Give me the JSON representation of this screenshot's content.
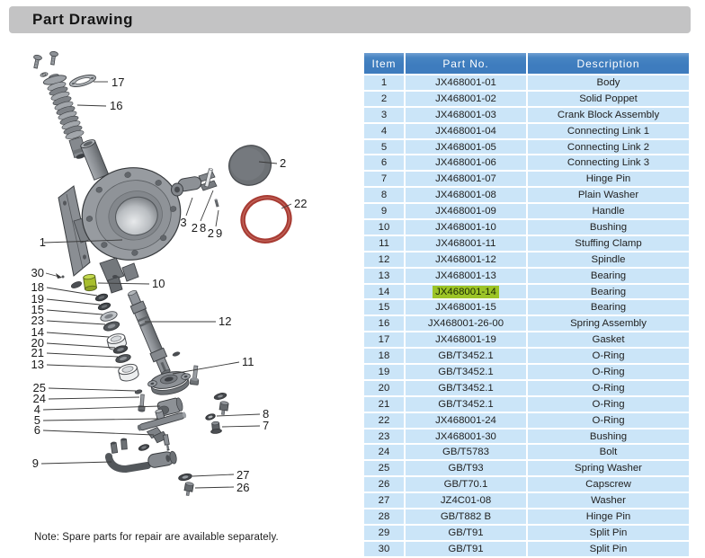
{
  "page": {
    "title": "Part Drawing",
    "note": "Note: Spare parts for repair are available separately."
  },
  "colors": {
    "title_bar_bg": "#c3c3c4",
    "table_header_bg": "#3e7cbe",
    "table_row_bg": "#cbe5f8",
    "highlight_green": "#9cc427",
    "o_ring_red": "#a83c34",
    "highlight_part_green": "#a8bf2d"
  },
  "table": {
    "headers": [
      "Item",
      "Part No.",
      "Description"
    ],
    "rows": [
      {
        "item": "1",
        "part_no": "JX468001-01",
        "description": "Body",
        "highlight": false
      },
      {
        "item": "2",
        "part_no": "JX468001-02",
        "description": "Solid Poppet",
        "highlight": false
      },
      {
        "item": "3",
        "part_no": "JX468001-03",
        "description": "Crank Block Assembly",
        "highlight": false
      },
      {
        "item": "4",
        "part_no": "JX468001-04",
        "description": "Connecting Link 1",
        "highlight": false
      },
      {
        "item": "5",
        "part_no": "JX468001-05",
        "description": "Connecting Link 2",
        "highlight": false
      },
      {
        "item": "6",
        "part_no": "JX468001-06",
        "description": "Connecting Link 3",
        "highlight": false
      },
      {
        "item": "7",
        "part_no": "JX468001-07",
        "description": "Hinge Pin",
        "highlight": false
      },
      {
        "item": "8",
        "part_no": "JX468001-08",
        "description": "Plain Washer",
        "highlight": false
      },
      {
        "item": "9",
        "part_no": "JX468001-09",
        "description": "Handle",
        "highlight": false
      },
      {
        "item": "10",
        "part_no": "JX468001-10",
        "description": "Bushing",
        "highlight": false
      },
      {
        "item": "11",
        "part_no": "JX468001-11",
        "description": "Stuffing Clamp",
        "highlight": false
      },
      {
        "item": "12",
        "part_no": "JX468001-12",
        "description": "Spindle",
        "highlight": false
      },
      {
        "item": "13",
        "part_no": "JX468001-13",
        "description": "Bearing",
        "highlight": false
      },
      {
        "item": "14",
        "part_no": "JX468001-14",
        "description": "Bearing",
        "highlight": true
      },
      {
        "item": "15",
        "part_no": "JX468001-15",
        "description": "Bearing",
        "highlight": false
      },
      {
        "item": "16",
        "part_no": "JX468001-26-00",
        "description": "Spring Assembly",
        "highlight": false
      },
      {
        "item": "17",
        "part_no": "JX468001-19",
        "description": "Gasket",
        "highlight": false
      },
      {
        "item": "18",
        "part_no": "GB/T3452.1",
        "description": "O-Ring",
        "highlight": false
      },
      {
        "item": "19",
        "part_no": "GB/T3452.1",
        "description": "O-Ring",
        "highlight": false
      },
      {
        "item": "20",
        "part_no": "GB/T3452.1",
        "description": "O-Ring",
        "highlight": false
      },
      {
        "item": "21",
        "part_no": "GB/T3452.1",
        "description": "O-Ring",
        "highlight": false
      },
      {
        "item": "22",
        "part_no": "JX468001-24",
        "description": "O-Ring",
        "highlight": false
      },
      {
        "item": "23",
        "part_no": "JX468001-30",
        "description": "Bushing",
        "highlight": false
      },
      {
        "item": "24",
        "part_no": "GB/T5783",
        "description": "Bolt",
        "highlight": false
      },
      {
        "item": "25",
        "part_no": "GB/T93",
        "description": "Spring Washer",
        "highlight": false
      },
      {
        "item": "26",
        "part_no": "GB/T70.1",
        "description": "Capscrew",
        "highlight": false
      },
      {
        "item": "27",
        "part_no": "JZ4C01-08",
        "description": "Washer",
        "highlight": false
      },
      {
        "item": "28",
        "part_no": "GB/T882 B",
        "description": "Hinge Pin",
        "highlight": false
      },
      {
        "item": "29",
        "part_no": "GB/T91",
        "description": "Split Pin",
        "highlight": false
      },
      {
        "item": "30",
        "part_no": "GB/T91",
        "description": "Split Pin",
        "highlight": false
      }
    ]
  },
  "drawing": {
    "callouts": {
      "c1": "1",
      "c2": "2",
      "c3": "3",
      "c4": "4",
      "c5": "5",
      "c6": "6",
      "c7": "7",
      "c8": "8",
      "c9": "9",
      "c10": "10",
      "c11": "11",
      "c12": "12",
      "c13": "13",
      "c14": "14",
      "c15": "15",
      "c16": "16",
      "c17": "17",
      "c18": "18",
      "c19": "19",
      "c20": "20",
      "c21": "21",
      "c22": "22",
      "c23": "23",
      "c24": "24",
      "c25": "25",
      "c26": "26",
      "c27": "27",
      "c28": "28",
      "c29": "29",
      "c30": "30"
    }
  }
}
